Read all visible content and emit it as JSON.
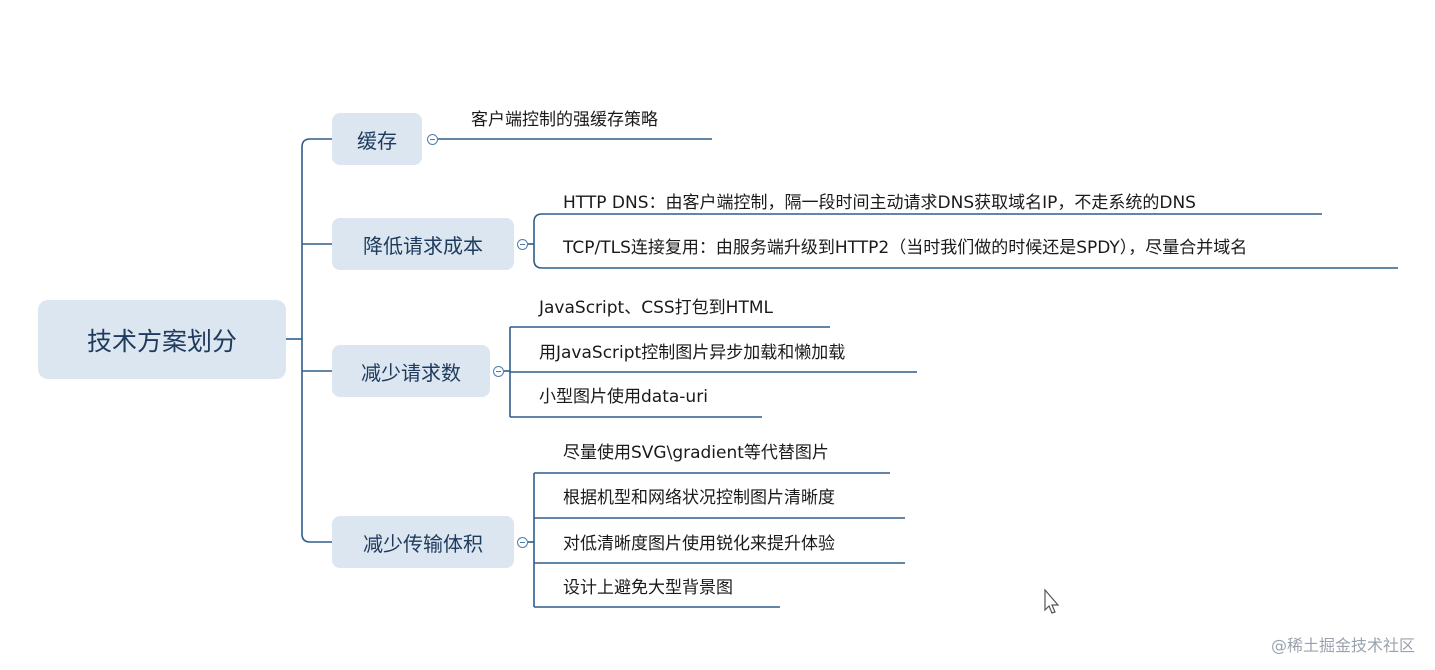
{
  "colors": {
    "node_fill": "#dbe6f1",
    "node_text": "#1e3a5c",
    "connector": "#2f5d8c",
    "toggle": "#4f7db0"
  },
  "root": {
    "label": "技术方案划分"
  },
  "branches": [
    {
      "label": "缓存",
      "items": [
        "客户端控制的强缓存策略"
      ]
    },
    {
      "label": "降低请求成本",
      "items": [
        "HTTP DNS：由客户端控制，隔一段时间主动请求DNS获取域名IP，不走系统的DNS",
        "TCP/TLS连接复用：由服务端升级到HTTP2（当时我们做的时候还是SPDY），尽量合并域名"
      ]
    },
    {
      "label": "减少请求数",
      "items": [
        "JavaScript、CSS打包到HTML",
        "用JavaScript控制图片异步加载和懒加载",
        "小型图片使用data-uri"
      ]
    },
    {
      "label": "减少传输体积",
      "items": [
        "尽量使用SVG\\gradient等代替图片",
        "根据机型和网络状况控制图片清晰度",
        "对低清晰度图片使用锐化来提升体验",
        "设计上避免大型背景图"
      ]
    }
  ],
  "watermark": "@稀土掘金技术社区",
  "cursor_icon": "mouse-cursor-icon"
}
